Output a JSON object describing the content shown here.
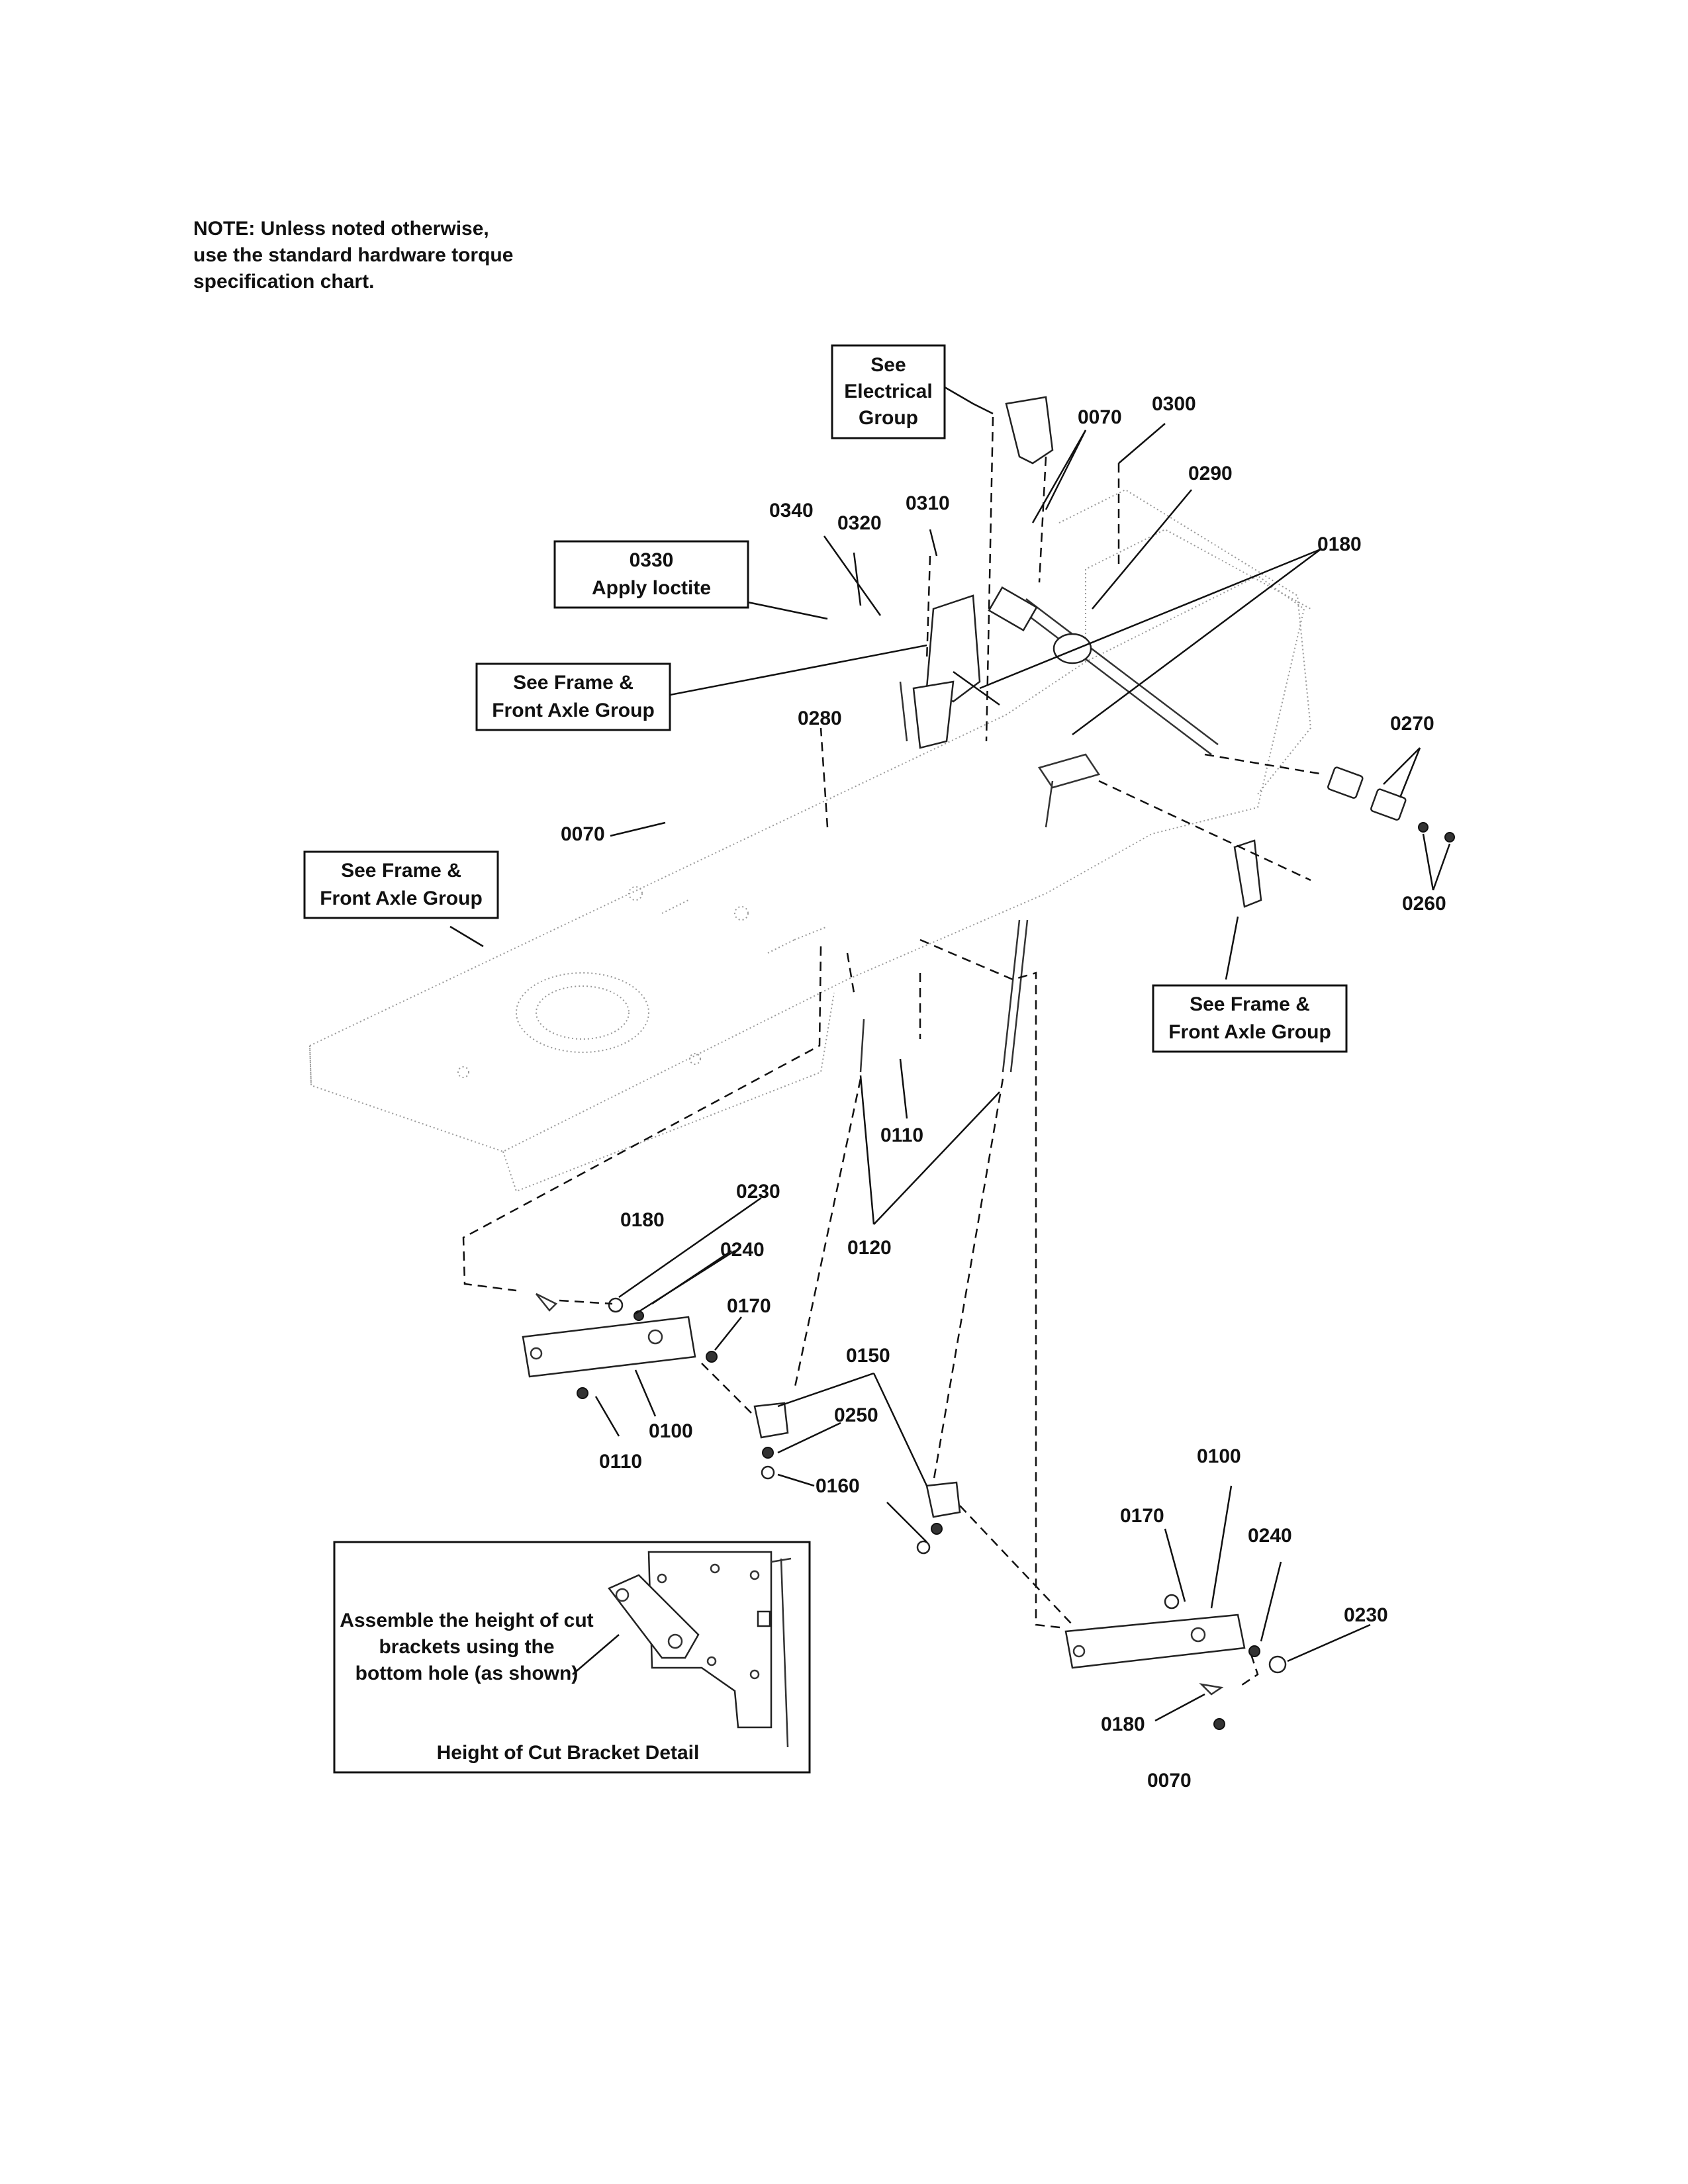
{
  "note": {
    "line1": "NOTE: Unless noted otherwise,",
    "line2": "use the standard hardware torque",
    "line3": "specification chart."
  },
  "callouts": {
    "electrical_l1": "See",
    "electrical_l2": "Electrical",
    "electrical_l3": "Group",
    "loctite_l1": "0330",
    "loctite_l2": "Apply loctite",
    "frame_l1": "See Frame &",
    "frame_l2": "Front Axle Group",
    "detail_note_l1": "Assemble the height of cut",
    "detail_note_l2": "brackets using the",
    "detail_note_l3": "bottom hole (as shown)",
    "detail_title": "Height of Cut Bracket Detail"
  },
  "part_numbers": {
    "p0070": "0070",
    "p0100": "0100",
    "p0110": "0110",
    "p0120": "0120",
    "p0150": "0150",
    "p0160": "0160",
    "p0170": "0170",
    "p0180": "0180",
    "p0230": "0230",
    "p0240": "0240",
    "p0250": "0250",
    "p0260": "0260",
    "p0270": "0270",
    "p0280": "0280",
    "p0290": "0290",
    "p0300": "0300",
    "p0310": "0310",
    "p0320": "0320",
    "p0340": "0340"
  }
}
